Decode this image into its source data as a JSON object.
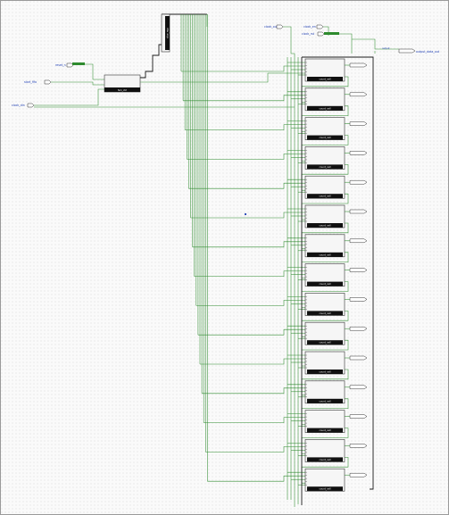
{
  "ports": {
    "in_left_1": "reset_n",
    "in_left_2": "start_fifo",
    "in_left_3": "clock_din",
    "in_top_1": "clock_out",
    "in_top_2": "clock_en",
    "in_top_3": "clock_rst",
    "out_top": "output_data_out",
    "bus_top": "output"
  },
  "blocks": {
    "fsm_label": "fsm_ctrl",
    "reg_label": "slice_regs",
    "cell_label": "count_cell",
    "cell_count": 15
  },
  "colors": {
    "wire": "#2e8b2e",
    "bus": "#1a1a1a",
    "block_border": "#333333",
    "block_footer": "#111111",
    "port_text": "#1f3fb5"
  }
}
